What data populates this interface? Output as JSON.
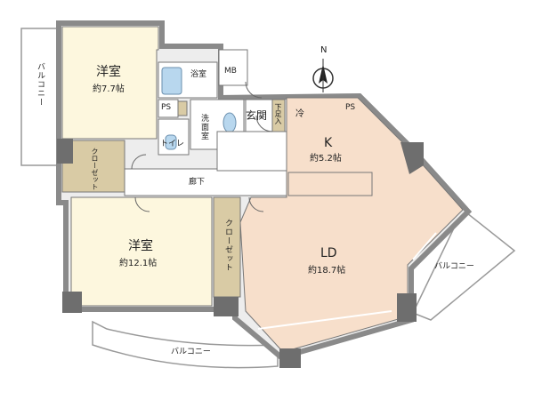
{
  "rooms": {
    "youshitsu_top": {
      "name": "洋室",
      "area": "約7.7帖"
    },
    "youshitsu_bottom": {
      "name": "洋室",
      "area": "約12.1帖"
    },
    "kitchen": {
      "name": "K",
      "area": "約5.2帖"
    },
    "living": {
      "name": "LD",
      "area": "約18.7帖"
    }
  },
  "labels": {
    "bathroom": "浴室",
    "mb": "MB",
    "ps_left": "PS",
    "ps_right": "PS",
    "washroom": "洗面室",
    "toilet": "トイレ",
    "entrance": "玄関",
    "shoe_storage": "下足入",
    "fridge": "冷",
    "corridor": "廊下",
    "closet_top": "クローゼット",
    "closet_mid": "クローゼット",
    "balcony_left": "バルコニー",
    "balcony_right": "バルコニー",
    "balcony_bottom": "バルコニー",
    "north": "N"
  },
  "colors": {
    "wall": "#8a8a8a",
    "wall_dark": "#6e6e6e",
    "room_fill": "#fdf7de",
    "ld_fill": "#f7dfcb",
    "closet_fill": "#d9cba5",
    "wet_fill": "#ffffff",
    "fixture_blue": "#b8d7ee",
    "line": "#555555"
  }
}
